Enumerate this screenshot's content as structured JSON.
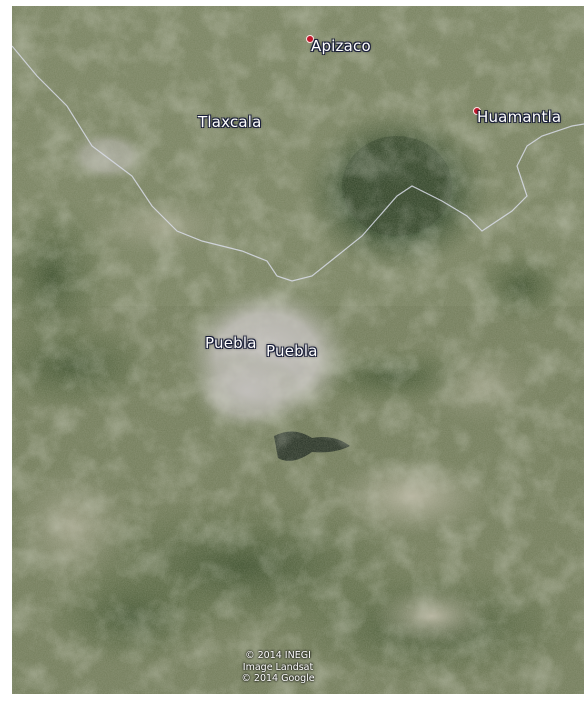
{
  "map": {
    "places": {
      "apizaco": {
        "name": "Apizaco",
        "marker": true
      },
      "huamantla": {
        "name": "Huamantla",
        "marker": true
      },
      "tlaxcala": {
        "name": "Tlaxcala",
        "marker": false
      },
      "puebla_left": {
        "name": "Puebla",
        "marker": false
      },
      "puebla_right": {
        "name": "Puebla",
        "marker": false
      }
    },
    "attribution": {
      "line1": "© 2014 INEGI",
      "line2": "Image Landsat",
      "line3": "© 2014 Google"
    },
    "colors": {
      "label_text": "#ffffff",
      "label_outline": "#1a1f3a",
      "marker": "#c0182c",
      "state_border": "#d8dce8"
    }
  }
}
